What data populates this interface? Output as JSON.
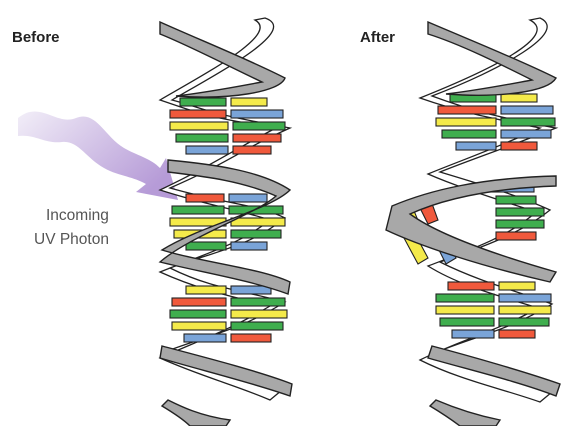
{
  "labels": {
    "before": "Before",
    "after": "After",
    "photon_line1": "Incoming",
    "photon_line2": "UV Photon"
  },
  "colors": {
    "backbone": "#a8a8a8",
    "backbone_stroke": "#222222",
    "green": "#3fae4e",
    "yellow": "#f4ea4a",
    "blue": "#7aa4d8",
    "red": "#f0593c",
    "photon_light": "#ece6f6",
    "photon_dark": "#b69bd7",
    "text": "#222222"
  },
  "icons": {
    "photon": "wavy-arrow-icon"
  }
}
